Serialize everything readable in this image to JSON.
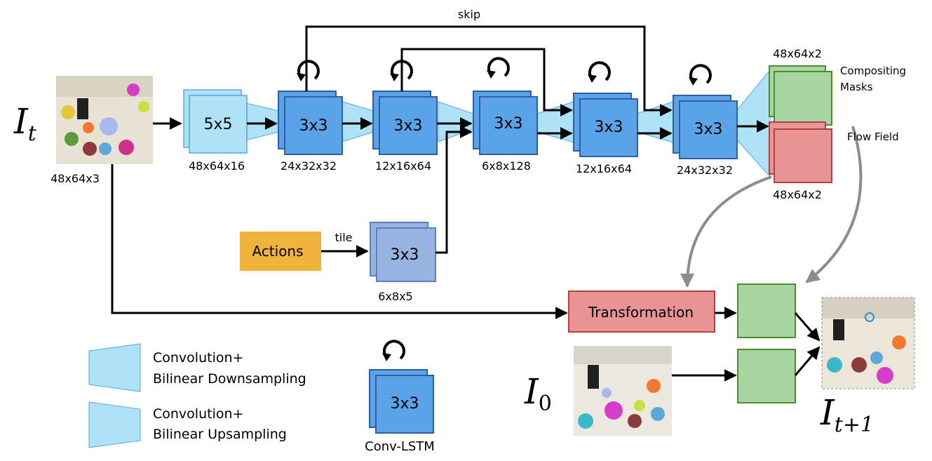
{
  "labels": {
    "skip": "skip",
    "tile": "tile",
    "input_size": "48x64x3",
    "conv5x5": "5x5",
    "conv5x5_size": "48x64x16",
    "lstm1": "3x3",
    "lstm1_size": "24x32x32",
    "lstm2": "3x3",
    "lstm2_size": "12x16x64",
    "lstm3": "3x3",
    "lstm3_size": "6x8x128",
    "lstm4": "3x3",
    "lstm4_size": "12x16x64",
    "lstm5": "3x3",
    "lstm5_size": "24x32x32",
    "masks_size": "48x64x2",
    "masks_label_1": "Compositing",
    "masks_label_2": "Masks",
    "flow_label": "Flow Field",
    "flow_size": "48x64x2",
    "actions": "Actions",
    "action_conv": "3x3",
    "action_size": "6x8x5",
    "transformation": "Transformation",
    "legend_down_1": "Convolution+",
    "legend_down_2": "Bilinear Downsampling",
    "legend_up_1": "Convolution+",
    "legend_up_2": "Bilinear Upsampling",
    "legend_lstm": "3x3",
    "legend_lstm_label": "Conv-LSTM",
    "math_it_base": "I",
    "math_it_sub": "t",
    "math_i0_base": "I",
    "math_i0_sub": "0",
    "math_it1_base": "I",
    "math_it1_sub": "t+1"
  },
  "colors": {
    "light_blue": "#aee3f7",
    "blue": "#5ba3e8",
    "blue_border": "#2e5fa0",
    "green": "#a8d5a2",
    "green_border": "#4e8a2e",
    "red": "#e99494",
    "red_border": "#b0443c",
    "orange": "#f0b43c",
    "action_blue": "#97b4e0",
    "grey_arrow": "#8c8c8c"
  },
  "icons": [
    "recurrent-loop-icon"
  ],
  "images": [
    "input-scene-image",
    "initial-scene-image",
    "predicted-scene-image"
  ]
}
